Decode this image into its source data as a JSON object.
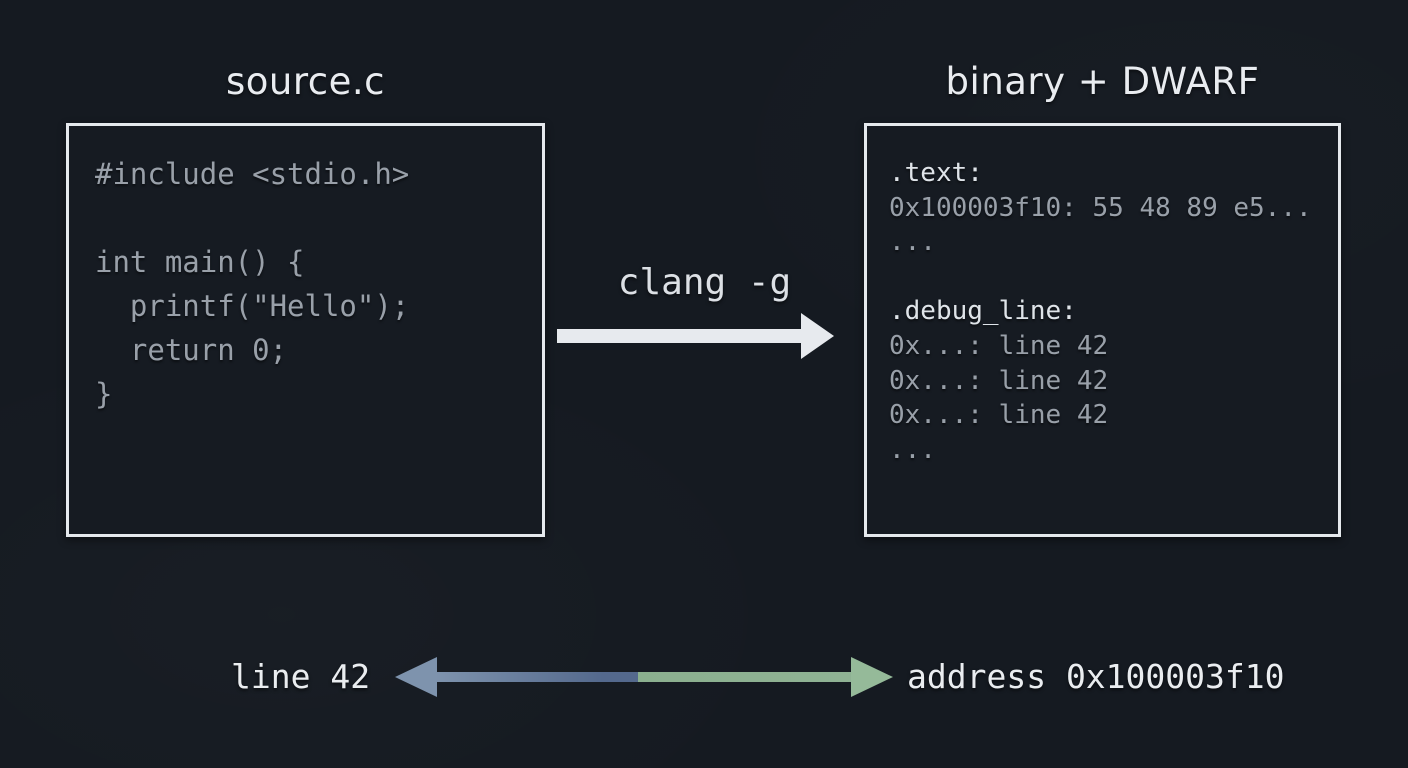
{
  "canvas": {
    "background": "#151a21",
    "border_color": "#e5e9ed"
  },
  "left_panel": {
    "title": "source.c",
    "code": [
      "#include <stdio.h>",
      "",
      "int main() {",
      "  printf(\"Hello\");",
      "  return 0;",
      "}"
    ],
    "code_color": "#99a0a9"
  },
  "compile_step": {
    "label": "clang -g",
    "arrow_color": "#e7eaee",
    "arrow_direction": "right"
  },
  "right_panel": {
    "title": "binary + DWARF",
    "lines": [
      {
        "text": ".text:",
        "emphasis": true
      },
      {
        "text": "0x100003f10: 55 48 89 e5...",
        "emphasis": false
      },
      {
        "text": "...",
        "emphasis": false
      },
      {
        "text": "",
        "emphasis": false
      },
      {
        "text": ".debug_line:",
        "emphasis": true
      },
      {
        "text": "0x...: line 42",
        "emphasis": false
      },
      {
        "text": "0x...: line 42",
        "emphasis": false
      },
      {
        "text": "0x...: line 42",
        "emphasis": false
      },
      {
        "text": "...",
        "emphasis": false
      }
    ],
    "emphasis_color": "#dfe4e9",
    "code_color": "#99a0a9"
  },
  "mapping": {
    "left_label": "line 42",
    "right_label": "address 0x100003f10",
    "arrow_direction": "both",
    "line_side_color": "#54698d",
    "address_side_color": "#8fb294"
  }
}
